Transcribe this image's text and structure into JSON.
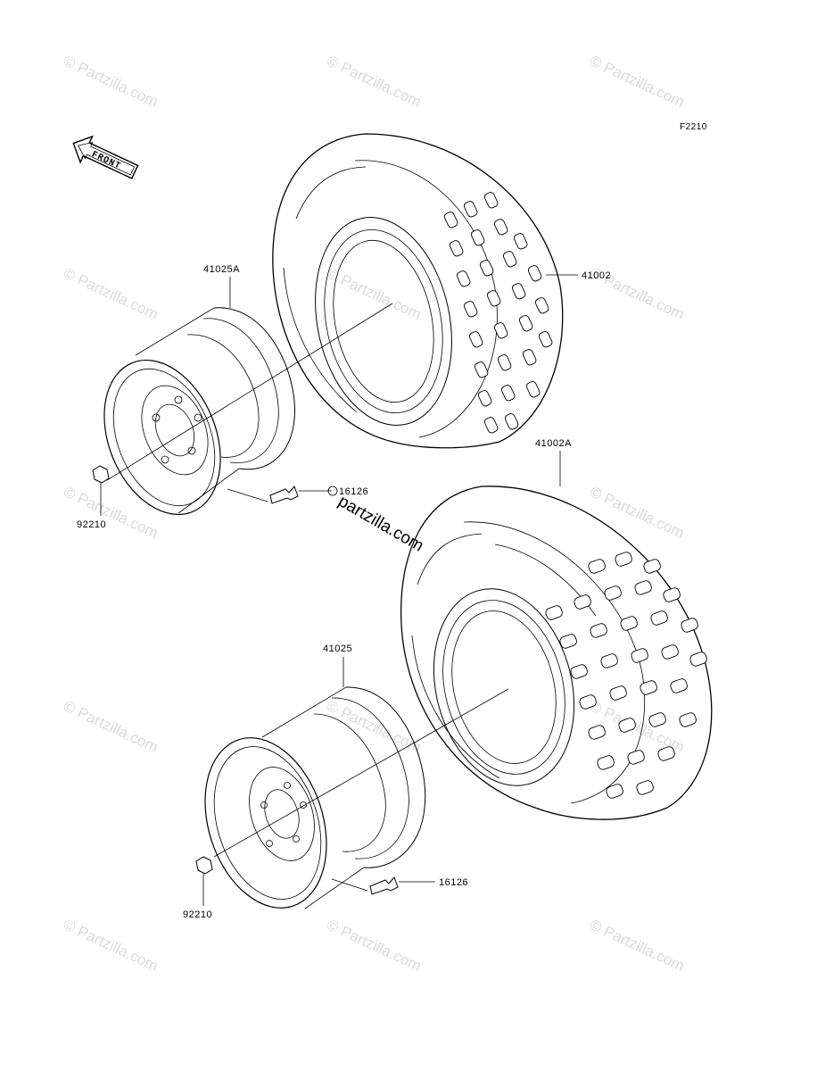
{
  "diagram": {
    "code": "F2210",
    "front_arrow_label": "FRONT",
    "watermark_text": "© Partzilla.com",
    "center_watermark": "partzilla.com"
  },
  "parts": {
    "tire_front": "41002",
    "tire_rear": "41002A",
    "wheel_front": "41025A",
    "wheel_rear": "41025",
    "valve_front": "16126",
    "valve_rear": "16126",
    "nut_front": "92210",
    "nut_rear": "92210"
  }
}
